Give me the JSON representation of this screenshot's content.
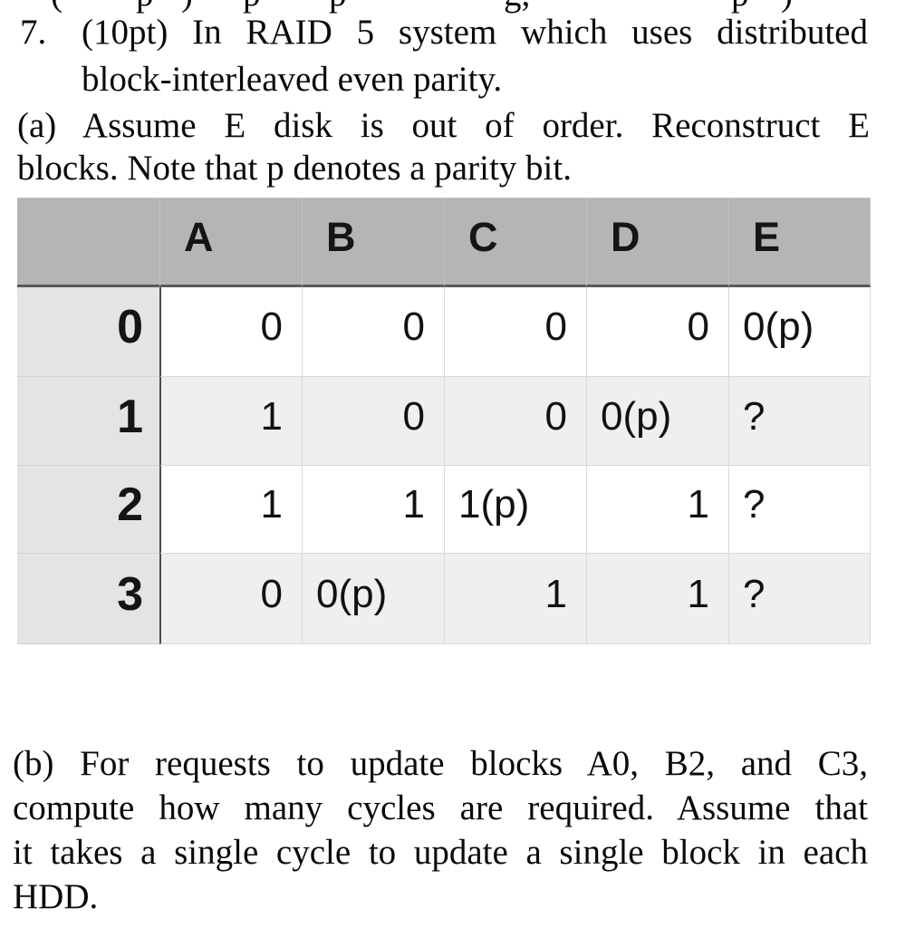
{
  "previous_line_fragments": [
    "(",
    "p",
    ")",
    "p",
    "p",
    "g,",
    "p",
    ")"
  ],
  "question": {
    "number": "7.",
    "line1": "(10pt) In RAID 5 system which uses distributed",
    "line2": "block-interleaved even parity."
  },
  "part_a": {
    "line1": "(a) Assume E disk is out of order. Reconstruct E",
    "line2": "blocks. Note that p denotes a parity bit."
  },
  "table": {
    "columns": [
      "A",
      "B",
      "C",
      "D",
      "E"
    ],
    "rows": [
      {
        "label": "0",
        "cells": [
          {
            "v": "0"
          },
          {
            "v": "0"
          },
          {
            "v": "0"
          },
          {
            "v": "0"
          },
          {
            "v": "0(p)"
          }
        ]
      },
      {
        "label": "1",
        "cells": [
          {
            "v": "1"
          },
          {
            "v": "0"
          },
          {
            "v": "0"
          },
          {
            "v": "0(p)"
          },
          {
            "v": "?"
          }
        ]
      },
      {
        "label": "2",
        "cells": [
          {
            "v": "1"
          },
          {
            "v": "1"
          },
          {
            "v": "1(p)"
          },
          {
            "v": "1"
          },
          {
            "v": "?"
          }
        ]
      },
      {
        "label": "3",
        "cells": [
          {
            "v": "0"
          },
          {
            "v": "0(p)"
          },
          {
            "v": "1"
          },
          {
            "v": "1"
          },
          {
            "v": "?"
          }
        ]
      }
    ],
    "colors": {
      "header_bg": "#b5b5b5",
      "row_label_bg": "#e4e4e4",
      "stripe_row_bg": "#efefef",
      "grid_line": "#d9d9d9",
      "header_rule": "#595959",
      "label_rule": "#4d4d4d"
    }
  },
  "part_b": {
    "line1": "(b) For requests to update blocks A0, B2, and C3,",
    "line2": "compute how many cycles are required. Assume that",
    "line3": "it takes a single cycle to update a single block in each",
    "line4": "HDD."
  }
}
